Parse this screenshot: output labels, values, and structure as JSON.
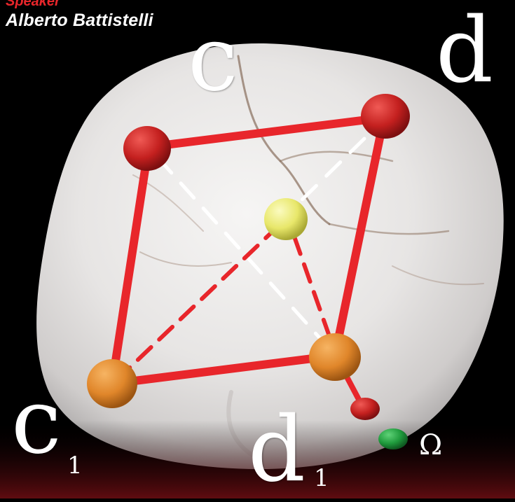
{
  "header": {
    "role": "Speaker",
    "speaker_name": "Alberto Battistelli"
  },
  "labels": {
    "c": "c",
    "d": "d",
    "c1_main": "c",
    "c1_sub": "1",
    "d1_main": "d",
    "d1_sub": "1",
    "omega": "Ω"
  },
  "colors": {
    "background": "#000000",
    "tooth": "#e9e7e6",
    "frame_red": "#e8262b",
    "top_points": "#c4201f",
    "bottom_points": "#e0862a",
    "center_point": "#e8e76a",
    "small_red_point": "#c3191b",
    "omega_point": "#1f9a3c",
    "label_white": "#ffffff",
    "bottom_glow": "#5a0b0e"
  }
}
